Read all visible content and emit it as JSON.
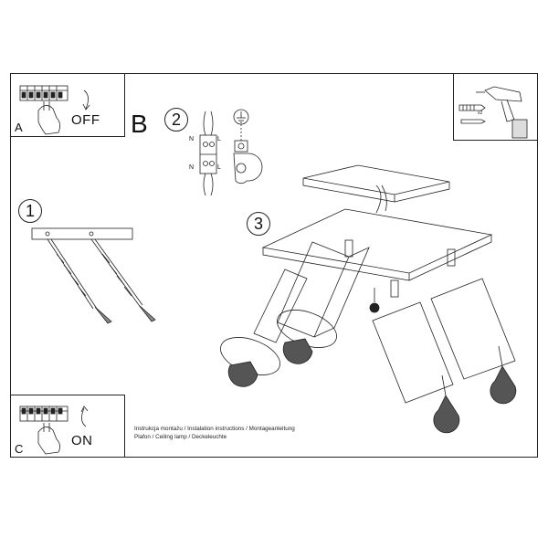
{
  "labels": {
    "a": "A",
    "b": "B",
    "c": "C",
    "off": "OFF",
    "on": "ON"
  },
  "steps": [
    "1",
    "2",
    "3"
  ],
  "wiring": {
    "n_top": "N",
    "l_top": "L",
    "n_bottom": "N",
    "l_bottom": "L"
  },
  "drill": {
    "count": "x2"
  },
  "caption": {
    "line1": "Instrukcja montażu / Instalation instructions / Montageanleitung",
    "line2": "Plafon / Ceiling lamp / Deckeleuchte"
  },
  "icons": {
    "breaker_a": "circuit-breaker-off-icon",
    "breaker_c": "circuit-breaker-on-icon",
    "drill": "drill-icon",
    "ground": "ground-symbol-icon"
  }
}
